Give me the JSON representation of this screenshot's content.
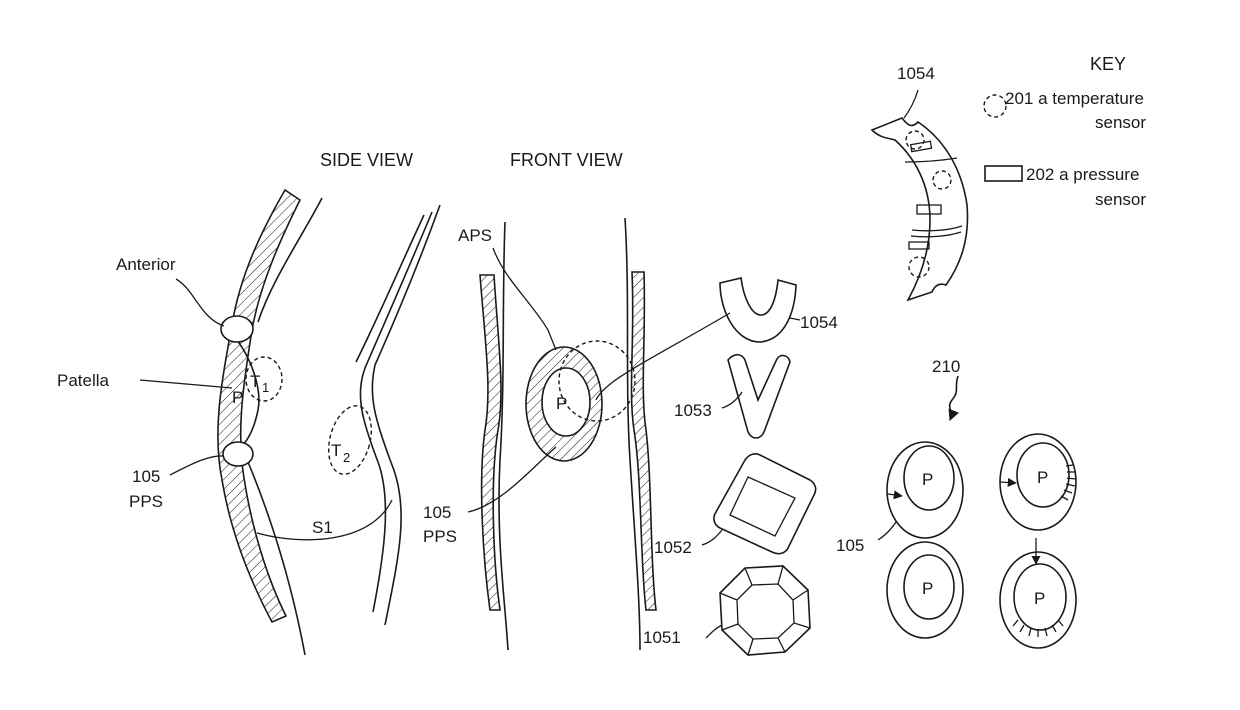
{
  "headings": {
    "side_view": "SIDE VIEW",
    "front_view": "FRONT VIEW",
    "key": "KEY"
  },
  "side_view": {
    "anterior": "Anterior",
    "patella": "Patella",
    "patella_letter": "P",
    "t1_letter": "T",
    "t1_sub": "1",
    "t2_letter": "T",
    "t2_sub": "2",
    "pps_number": "105",
    "pps_label": "PPS",
    "s1": "S1"
  },
  "front_view": {
    "aps": "APS",
    "patella_letter": "P",
    "pps_number": "105",
    "pps_label": "PPS"
  },
  "shapes": {
    "u_shape": "1054",
    "v_shape": "1053",
    "square": "1052",
    "octagon": "1051"
  },
  "sensor_strip": {
    "label": "1054"
  },
  "key": {
    "temperature_line1": "201 a temperature",
    "temperature_line2": "sensor",
    "pressure_line1": "202 a pressure",
    "pressure_line2": "sensor"
  },
  "states": {
    "label": "210",
    "ring_label": "105",
    "p1": "P",
    "p2": "P",
    "p3": "P",
    "p4": "P"
  }
}
